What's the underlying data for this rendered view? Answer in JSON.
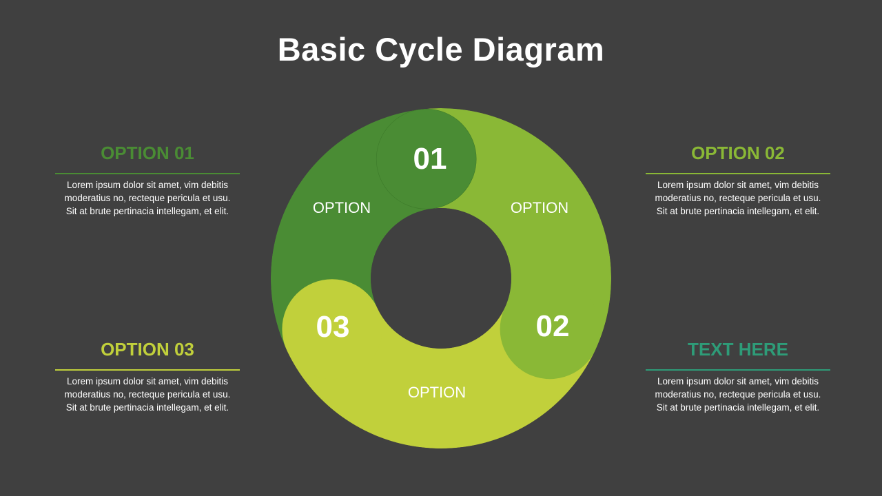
{
  "title": "Basic Cycle Diagram",
  "colors": {
    "background": "#404040",
    "option01": "#4a8c34",
    "option02": "#8ab836",
    "option03": "#c1d03b",
    "text_here": "#2e9c78"
  },
  "cycle": {
    "segments": [
      {
        "number": "01",
        "label": "OPTION",
        "color": "#4a8c34"
      },
      {
        "number": "02",
        "label": "OPTION",
        "color": "#8ab836"
      },
      {
        "number": "03",
        "label": "OPTION",
        "color": "#c1d03b"
      }
    ]
  },
  "cards": [
    {
      "heading": "OPTION 01",
      "color": "#4a8c34",
      "lines": [
        "Lorem ipsum dolor sit amet, vim debitis",
        "moderatius no, recteque pericula et usu.",
        "Sit at brute pertinacia intellegam, et elit."
      ]
    },
    {
      "heading": "OPTION 02",
      "color": "#8ab836",
      "lines": [
        "Lorem ipsum dolor sit amet, vim debitis",
        "moderatius no, recteque pericula et usu.",
        "Sit at brute pertinacia intellegam, et elit."
      ]
    },
    {
      "heading": "OPTION 03",
      "color": "#c1d03b",
      "lines": [
        "Lorem ipsum dolor sit amet, vim debitis",
        "moderatius no, recteque pericula et usu.",
        "Sit at brute pertinacia intellegam, et elit."
      ]
    },
    {
      "heading": "TEXT HERE",
      "color": "#2e9c78",
      "lines": [
        "Lorem ipsum dolor sit amet, vim debitis",
        "moderatius no, recteque pericula et usu.",
        "Sit at brute pertinacia intellegam, et elit."
      ]
    }
  ]
}
